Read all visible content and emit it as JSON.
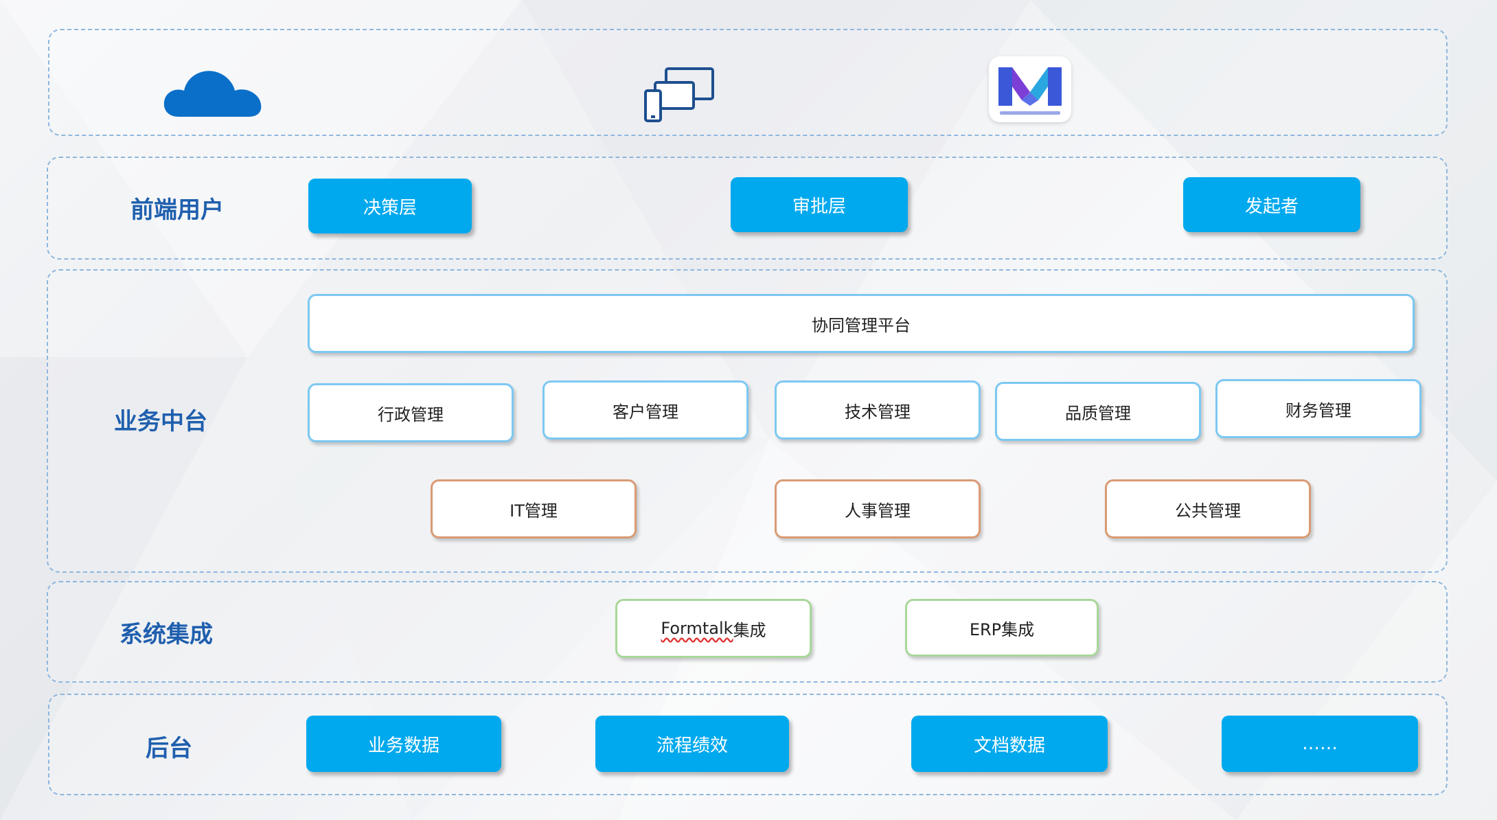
{
  "layers": {
    "frontend_users": {
      "label": "前端用户",
      "roles": [
        "决策层",
        "审批层",
        "发起者"
      ]
    },
    "business_middle": {
      "label": "业务中台",
      "platform": "协同管理平台",
      "modules_row1": [
        "行政管理",
        "客户管理",
        "技术管理",
        "品质管理",
        "财务管理"
      ],
      "modules_row2": [
        "IT管理",
        "人事管理",
        "公共管理"
      ]
    },
    "system_integration": {
      "label": "系统集成",
      "formtalk_word": "Formtalk",
      "formtalk_suffix": "集成",
      "erp": "ERP集成"
    },
    "backend": {
      "label": "后台",
      "items": [
        "业务数据",
        "流程绩效",
        "文档数据",
        "……"
      ]
    }
  },
  "icons": [
    "cloud-icon",
    "multi-device-icon",
    "m3-app-logo-icon"
  ],
  "colors": {
    "solid_button": "#00a9ee",
    "label_text": "#1f5fae",
    "blue_border": "#7cc8f2",
    "orange_border": "#d99a72",
    "green_border": "#a9d79a",
    "dashed_frame": "#8fb6de"
  }
}
